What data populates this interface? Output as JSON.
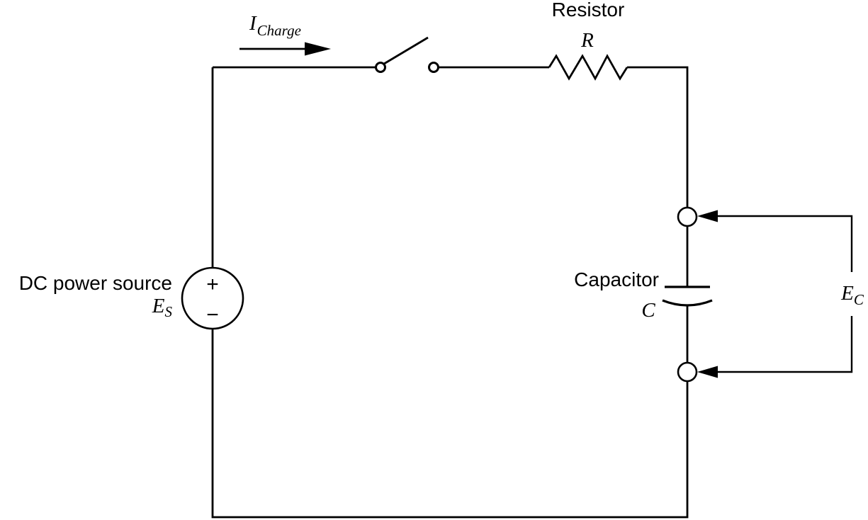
{
  "colors": {
    "line": "#000000",
    "background": "#ffffff"
  },
  "labels": {
    "current": {
      "symbol": "I",
      "subscript": "Charge"
    },
    "resistor": {
      "name": "Resistor",
      "symbol": "R"
    },
    "capacitor": {
      "name": "Capacitor",
      "symbol": "C"
    },
    "dc_source": {
      "name": "DC power source",
      "symbol": "E",
      "subscript": "S",
      "positive": "+",
      "negative": "−"
    },
    "capacitor_voltage": {
      "symbol": "E",
      "subscript": "C"
    }
  }
}
